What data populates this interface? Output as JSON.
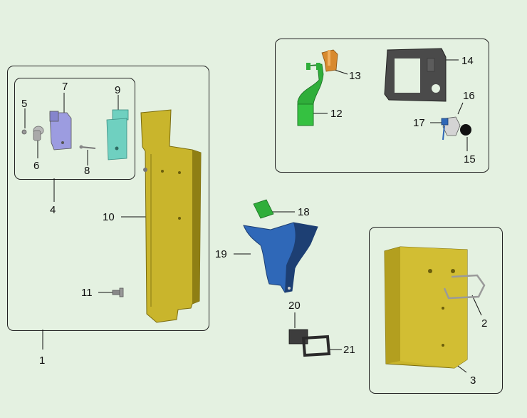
{
  "labels": {
    "l1": "1",
    "l2": "2",
    "l3": "3",
    "l4": "4",
    "l5": "5",
    "l6": "6",
    "l7": "7",
    "l8": "8",
    "l9": "9",
    "l10": "10",
    "l11": "11",
    "l12": "12",
    "l13": "13",
    "l14": "14",
    "l15": "15",
    "l16": "16",
    "l17": "17",
    "l18": "18",
    "l19": "19",
    "l20": "20",
    "l21": "21"
  },
  "colors": {
    "background": "#e4f1e1",
    "panel_yellow": "#c9b52c",
    "panel_yellow_dark": "#8f7f14",
    "bracket_blue": "#2f68b8",
    "bracket_blue_dark": "#1d3f73",
    "frame_grey": "#4a4a4a",
    "clip_green": "#2fae3a",
    "clip_orange": "#d88a2e",
    "bracket_teal": "#6fd0c0",
    "block_purple": "#9c9ce0"
  }
}
